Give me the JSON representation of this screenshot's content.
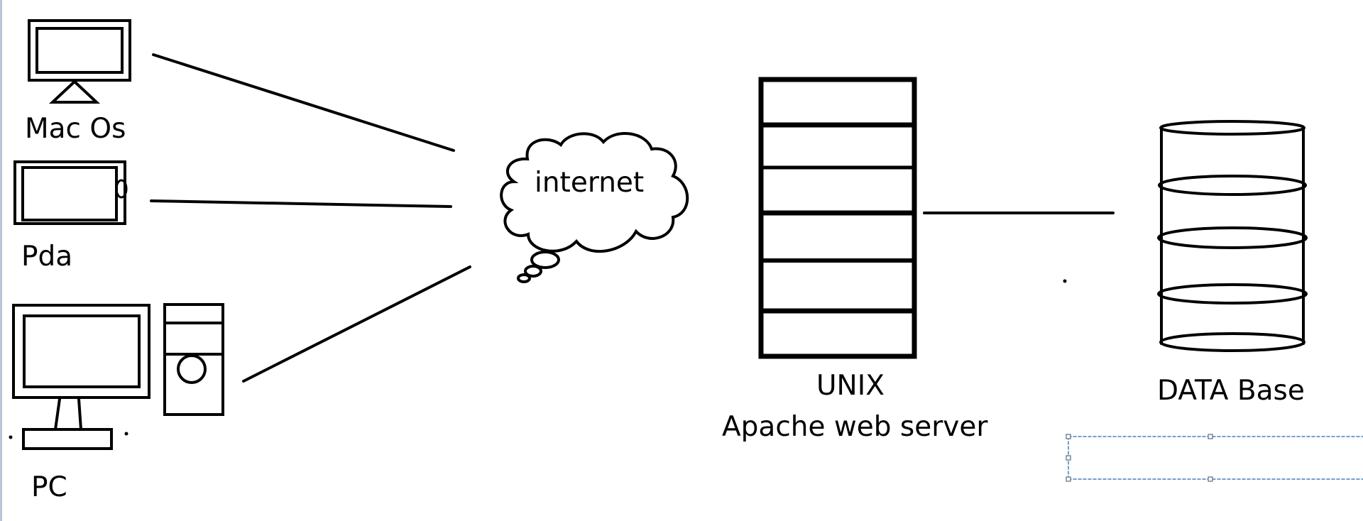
{
  "diagram": {
    "nodes": {
      "mac": {
        "label": "Mac Os"
      },
      "pda": {
        "label": "Pda"
      },
      "pc": {
        "label": "PC"
      },
      "internet": {
        "label": "internet"
      },
      "server": {
        "line1": "UNIX",
        "line2": "Apache web server"
      },
      "database": {
        "label": "DATA Base"
      }
    }
  }
}
